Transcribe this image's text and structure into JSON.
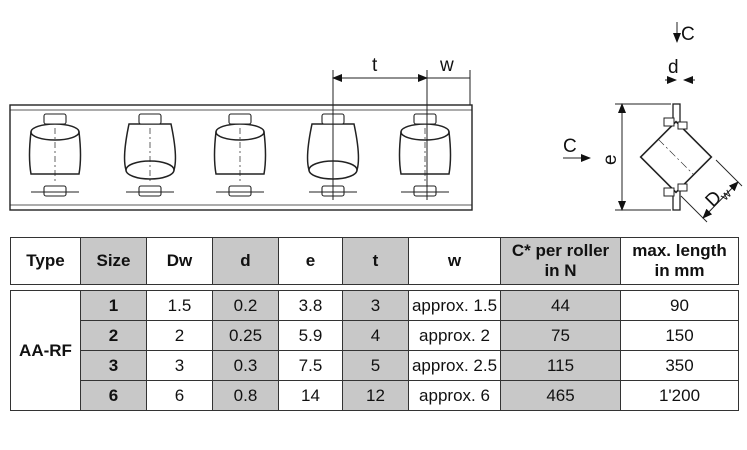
{
  "drawing": {
    "labels": {
      "t": "t",
      "w": "w",
      "C_top": "C",
      "d": "d",
      "C_side": "C",
      "e": "e",
      "Dw_main": "D",
      "Dw_sub": "w"
    }
  },
  "table": {
    "headers": [
      "Type",
      "Size",
      "Dw",
      "d",
      "e",
      "t",
      "w",
      "C* per roller in N",
      "max. length in mm"
    ],
    "header_lines": {
      "c_per_roller": [
        "C* per roller",
        "in N"
      ],
      "max_length": [
        "max. length",
        "in mm"
      ]
    },
    "type": "AA-RF",
    "rows": [
      {
        "size": "1",
        "dw": "1.5",
        "d": "0.2",
        "e": "3.8",
        "t": "3",
        "w": "approx. 1.5",
        "c": "44",
        "len": "90"
      },
      {
        "size": "2",
        "dw": "2",
        "d": "0.25",
        "e": "5.9",
        "t": "4",
        "w": "approx. 2",
        "c": "75",
        "len": "150"
      },
      {
        "size": "3",
        "dw": "3",
        "d": "0.3",
        "e": "7.5",
        "t": "5",
        "w": "approx. 2.5",
        "c": "115",
        "len": "350"
      },
      {
        "size": "6",
        "dw": "6",
        "d": "0.8",
        "e": "14",
        "t": "12",
        "w": "approx. 6",
        "c": "465",
        "len": "1'200"
      }
    ],
    "colors": {
      "shaded_column": "#c8c8c8",
      "border": "#333333"
    }
  }
}
